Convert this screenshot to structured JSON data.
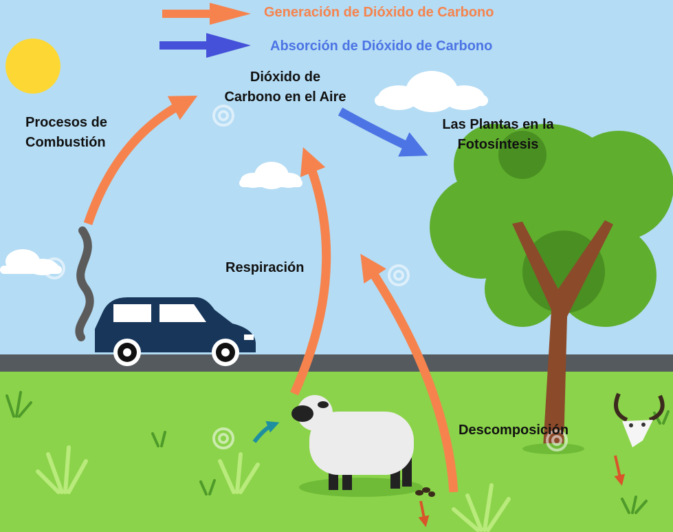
{
  "legend": {
    "generation": {
      "label": "Generación de Dióxido de Carbono",
      "color": "#f6834d"
    },
    "absorption": {
      "label": "Absorción de Dióxido de Carbono",
      "color": "#4c74e4"
    }
  },
  "nodes": {
    "air": {
      "line1": "Dióxido de",
      "line2": "Carbono en el Aire"
    },
    "combustion": {
      "line1": "Procesos de",
      "line2": "Combustión"
    },
    "plants": {
      "line1": "Las Plantas en la",
      "line2": "Fotosíntesis"
    },
    "respiration": {
      "label": "Respiración"
    },
    "decomposition": {
      "label": "Descomposición"
    }
  },
  "colors": {
    "sky": "#b4dcf4",
    "grass": "#8bd34a",
    "road": "#555a5f",
    "car": "#17365a",
    "tree_leaves": "#5fae2e",
    "trunk": "#8b4a2a",
    "generation_arrow": "#f6834d",
    "absorption_arrow": "#4c74e4",
    "sun": "#fdd834"
  },
  "icons": [
    "sun-icon",
    "cloud-icon",
    "car-icon",
    "smoke-icon",
    "tree-icon",
    "sheep-icon",
    "skull-icon",
    "dung-icon",
    "grass-tuft-icon",
    "watermark-icon"
  ]
}
